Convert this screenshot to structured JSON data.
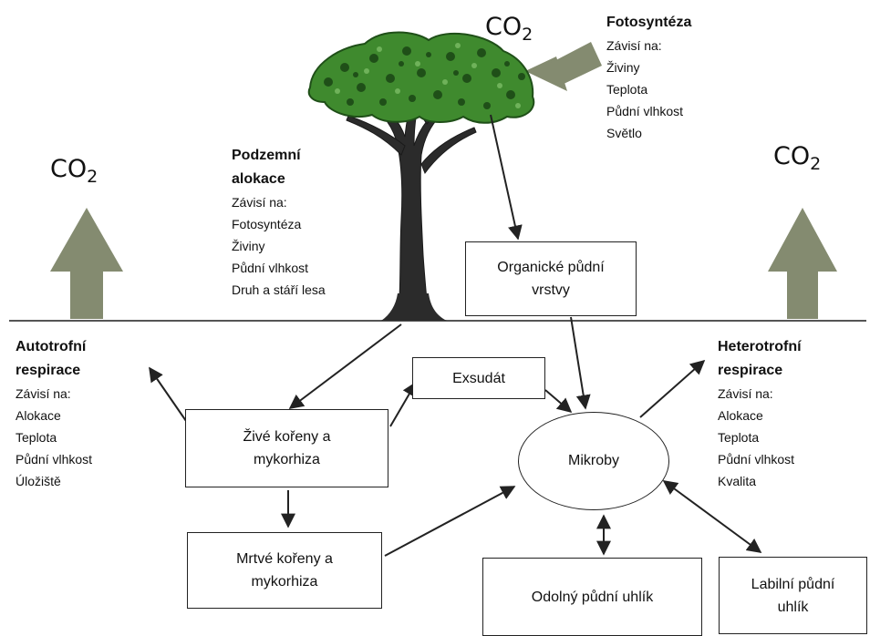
{
  "co2": {
    "prefix": "CO",
    "sub": "2"
  },
  "photosynthesis": {
    "title": "Fotosyntéza",
    "depends_label": "Závisí na:",
    "items": [
      "Živiny",
      "Teplota",
      "Půdní vlhkost",
      "Světlo"
    ]
  },
  "belowground": {
    "title_line1": "Podzemní",
    "title_line2": "alokace",
    "depends_label": "Závisí na:",
    "items": [
      "Fotosyntéza",
      "Živiny",
      "Půdní vlhkost",
      "Druh a stáří lesa"
    ]
  },
  "autotrophic": {
    "title_line1": "Autotrofní",
    "title_line2": "respirace",
    "depends_label": "Závisí na:",
    "items": [
      "Alokace",
      "Teplota",
      "Půdní vlhkost",
      "Úložiště"
    ]
  },
  "heterotrophic": {
    "title_line1": "Heterotrofní",
    "title_line2": "respirace",
    "depends_label": "Závisí na:",
    "items": [
      "Alokace",
      "Teplota",
      "Půdní vlhkost",
      "Kvalita"
    ]
  },
  "boxes": {
    "organic_line1": "Organické půdní",
    "organic_line2": "vrstvy",
    "exudate": "Exsudát",
    "live_roots_line1": "Živé kořeny a",
    "live_roots_line2": "mykorhiza",
    "dead_roots_line1": "Mrtvé kořeny a",
    "dead_roots_line2": "mykorhiza",
    "microbes": "Mikroby",
    "resistant_c": "Odolný půdní uhlík",
    "labile_line1": "Labilní půdní",
    "labile_line2": "uhlík"
  },
  "colors": {
    "big_arrow": "#848b70",
    "foliage": "#3f8a2e",
    "foliage_dark": "#1f4f18",
    "trunk": "#2a2a2a"
  }
}
